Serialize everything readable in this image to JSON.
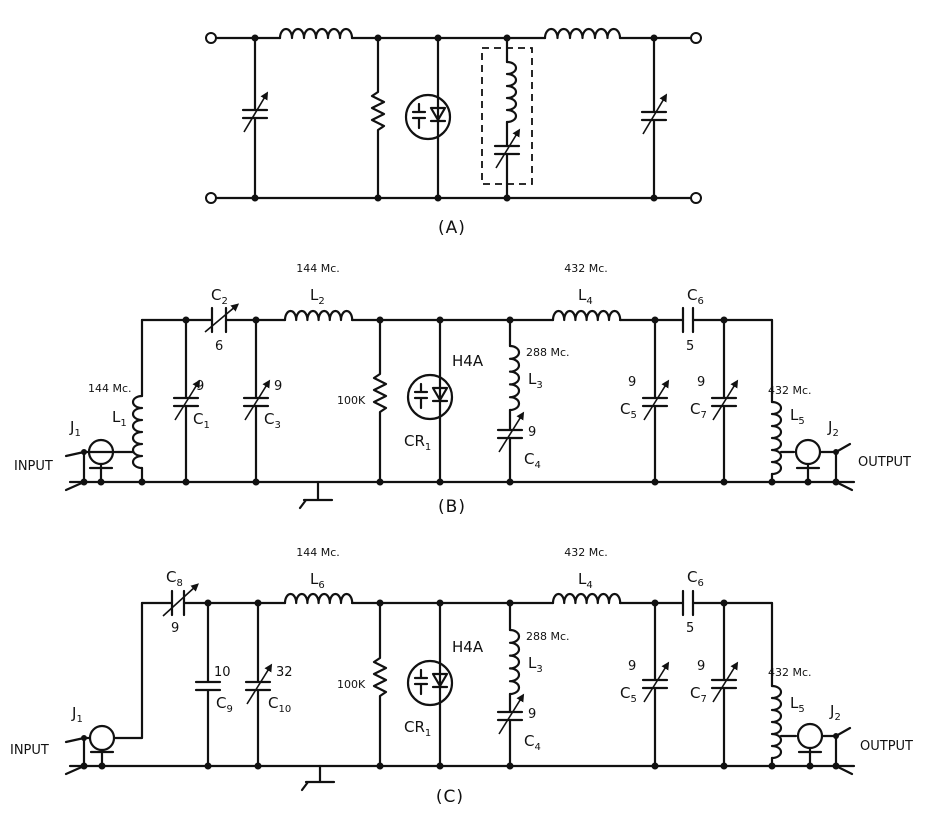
{
  "panels": {
    "a": {
      "label": "(A)"
    },
    "b": {
      "label": "(B)",
      "input": "INPUT",
      "output": "OUTPUT",
      "j1": {
        "l": "J",
        "s": "1"
      },
      "j2": {
        "l": "J",
        "s": "2"
      },
      "l1": {
        "l": "L",
        "s": "1",
        "freq": "144 Mc."
      },
      "c1": {
        "l": "C",
        "s": "1",
        "v": "9"
      },
      "c2": {
        "l": "C",
        "s": "2",
        "v": "6"
      },
      "c3": {
        "l": "C",
        "s": "3",
        "v": "9"
      },
      "l2": {
        "l": "L",
        "s": "2",
        "freq": "144 Mc."
      },
      "r": {
        "v": "100K"
      },
      "cr": {
        "l": "CR",
        "s": "1",
        "type": "H4A"
      },
      "l3": {
        "l": "L",
        "s": "3",
        "freq": "288 Mc."
      },
      "c4": {
        "l": "C",
        "s": "4",
        "v": "9"
      },
      "l4": {
        "l": "L",
        "s": "4",
        "freq": "432 Mc."
      },
      "c5": {
        "l": "C",
        "s": "5",
        "v": "9"
      },
      "c6": {
        "l": "C",
        "s": "6",
        "v": "5"
      },
      "c7": {
        "l": "C",
        "s": "7",
        "v": "9"
      },
      "l5": {
        "l": "L",
        "s": "5",
        "freq": "432 Mc."
      }
    },
    "c": {
      "label": "(C)",
      "input": "INPUT",
      "output": "OUTPUT",
      "j1": {
        "l": "J",
        "s": "1"
      },
      "j2": {
        "l": "J",
        "s": "2"
      },
      "c8": {
        "l": "C",
        "s": "8",
        "v": "9"
      },
      "c9": {
        "l": "C",
        "s": "9",
        "v": "10"
      },
      "c10": {
        "l": "C",
        "s": "10",
        "v": "32"
      },
      "l6": {
        "l": "L",
        "s": "6",
        "freq": "144 Mc."
      },
      "r": {
        "v": "100K"
      },
      "cr": {
        "l": "CR",
        "s": "1",
        "type": "H4A"
      },
      "l3": {
        "l": "L",
        "s": "3",
        "freq": "288 Mc."
      },
      "c4": {
        "l": "C",
        "s": "4",
        "v": "9"
      },
      "l4": {
        "l": "L",
        "s": "4",
        "freq": "432 Mc."
      },
      "c5": {
        "l": "C",
        "s": "5",
        "v": "9"
      },
      "c6": {
        "l": "C",
        "s": "6",
        "v": "5"
      },
      "c7": {
        "l": "C",
        "s": "7",
        "v": "9"
      },
      "l5": {
        "l": "L",
        "s": "5",
        "freq": "432 Mc."
      }
    }
  }
}
